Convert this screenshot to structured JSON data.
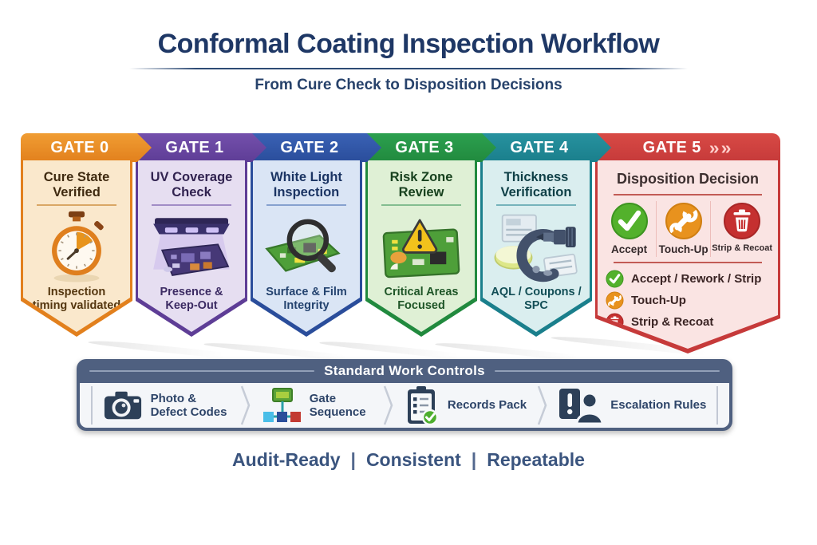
{
  "header": {
    "title": "Conformal Coating Inspection Workflow",
    "subtitle": "From Cure Check to Disposition Decisions"
  },
  "gates": [
    {
      "label": "GATE 0",
      "title": "Cure State Verified",
      "caption": "Inspection timing validated",
      "icon": "stopwatch-icon",
      "accent": "#E2801D"
    },
    {
      "label": "GATE 1",
      "title": "UV Coverage Check",
      "caption": "Presence & Keep-Out",
      "icon": "uv-lamp-board-icon",
      "accent": "#5E3D96"
    },
    {
      "label": "GATE 2",
      "title": "White Light Inspection",
      "caption": "Surface & Film Integrity",
      "icon": "magnifier-pcb-icon",
      "accent": "#2A4D9B"
    },
    {
      "label": "GATE 3",
      "title": "Risk Zone Review",
      "caption": "Critical Areas Focused",
      "icon": "pcb-warning-icon",
      "accent": "#218A3E"
    },
    {
      "label": "GATE 4",
      "title": "Thickness Verification",
      "caption": "AQL / Coupons / SPC",
      "icon": "micrometer-icon",
      "accent": "#1A7F8C"
    },
    {
      "label": "GATE 5",
      "header_chevrons": "»»",
      "title": "Disposition Decision",
      "accent": "#C63A3A",
      "decisions": [
        {
          "label": "Accept",
          "icon": "check-circle-icon",
          "color": "#53B12C"
        },
        {
          "label": "Touch-Up",
          "icon": "wrench-circle-icon",
          "color": "#E8921E"
        },
        {
          "label": "Strip & Recoat",
          "icon": "trash-circle-icon",
          "color": "#C53030"
        }
      ],
      "bullets": [
        {
          "label": "Accept / Rework / Strip",
          "icon": "check-circle-icon"
        },
        {
          "label": "Touch-Up",
          "icon": "wrench-circle-icon"
        },
        {
          "label": "Strip & Recoat",
          "icon": "trash-circle-icon"
        }
      ]
    }
  ],
  "controls": {
    "title": "Standard Work Controls",
    "items": [
      {
        "label": "Photo & Defect Codes",
        "icon": "camera-icon"
      },
      {
        "label": "Gate Sequence",
        "icon": "flowchart-icon"
      },
      {
        "label": "Records Pack",
        "icon": "clipboard-check-icon"
      },
      {
        "label": "Escalation Rules",
        "icon": "escalation-icon"
      }
    ]
  },
  "footer": {
    "items": [
      "Audit-Ready",
      "Consistent",
      "Repeatable"
    ],
    "separator": "|"
  },
  "colors": {
    "title_navy": "#1E3765",
    "controls_bar_slate": "#4F6080",
    "footer_text": "#3A547E",
    "accept_green": "#53B12C",
    "touchup_orange": "#E8921E",
    "strip_red": "#C53030"
  }
}
